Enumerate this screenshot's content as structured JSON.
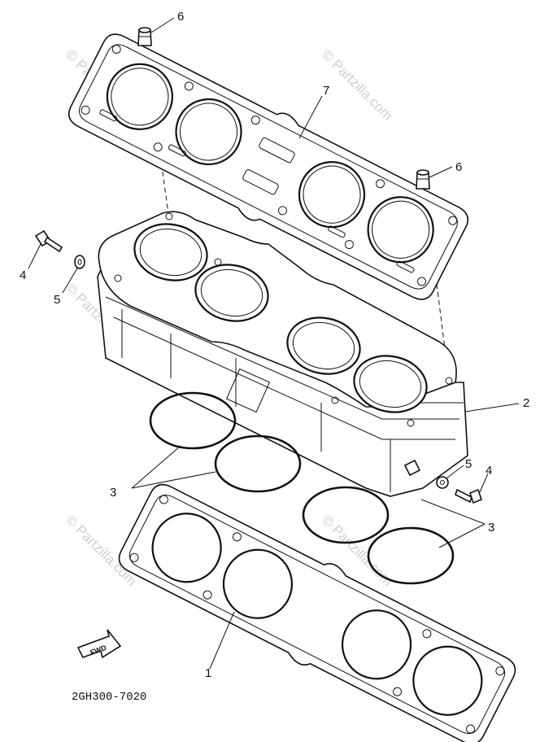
{
  "diagram": {
    "drawing_code": "2GH300-7020",
    "fwd_label": "FWD",
    "watermark": "© Partzilla.com",
    "callouts": {
      "c1": "1",
      "c2": "2",
      "c3a": "3",
      "c3b": "3",
      "c4a": "4",
      "c4b": "4",
      "c5a": "5",
      "c5b": "5",
      "c6a": "6",
      "c6b": "6",
      "c7": "7"
    }
  }
}
